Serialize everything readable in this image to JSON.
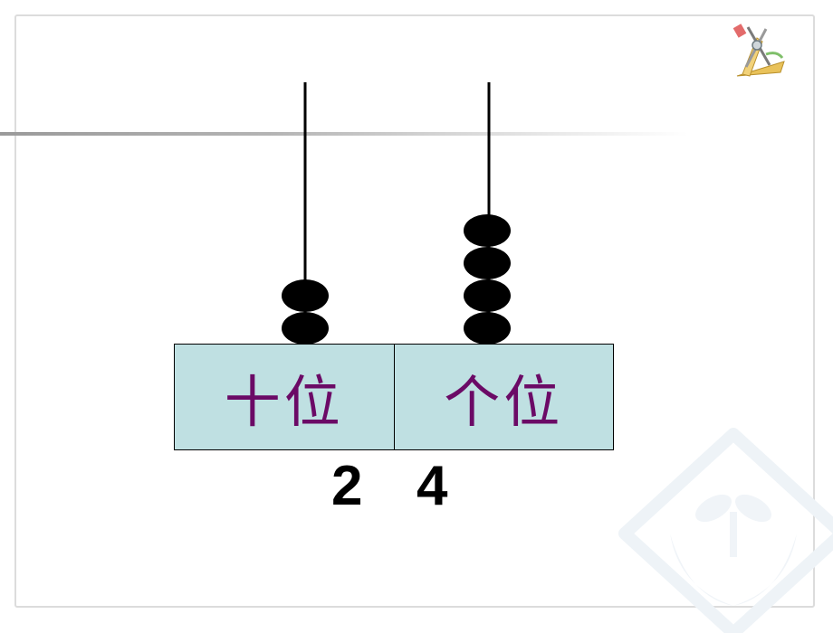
{
  "diagram": {
    "columns": [
      {
        "label": "十位",
        "digit": "2",
        "beads": 2
      },
      {
        "label": "个位",
        "digit": "4",
        "beads": 4
      }
    ]
  },
  "colors": {
    "label_text": "#6b0a66",
    "table_fill": "#bfe0e2",
    "bead": "#000000"
  },
  "icons": {
    "corner": "drafting-tools-icon",
    "watermark": "sprout-hands-logo-icon"
  }
}
